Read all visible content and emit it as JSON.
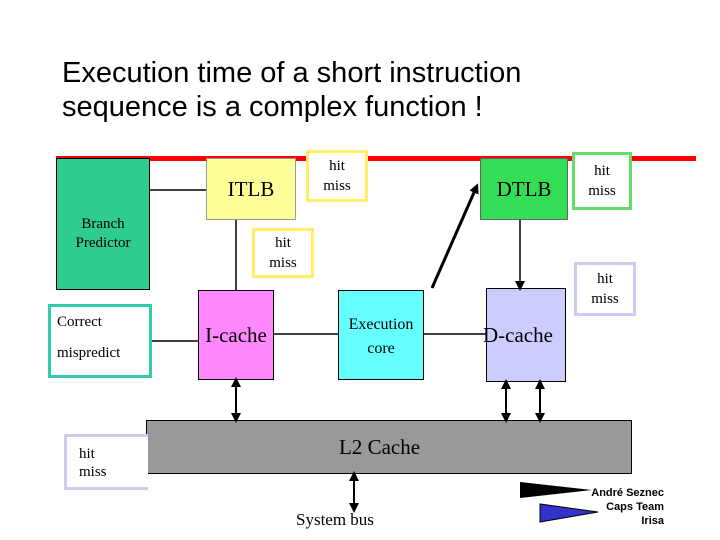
{
  "slide": {
    "title_line1": "Execution time of a short instruction",
    "title_line2": "sequence is a complex function !"
  },
  "diagram": {
    "branch_predictor": {
      "line1": "Branch",
      "line2": "Predictor"
    },
    "correct_mispredict": {
      "line1": "Correct",
      "line2": "mispredict"
    },
    "itlb": {
      "label": "ITLB"
    },
    "itlb_hit_miss": {
      "hit": "hit",
      "miss": "miss"
    },
    "icache_hit_miss": {
      "hit": "hit",
      "miss": "miss"
    },
    "icache": {
      "label": "I-cache"
    },
    "execution_core": {
      "line1": "Execution",
      "line2": "core"
    },
    "dtlb": {
      "label": "DTLB"
    },
    "dtlb_hit_miss": {
      "hit": "hit",
      "miss": "miss"
    },
    "dcache_hit_miss": {
      "hit": "hit",
      "miss": "miss"
    },
    "dcache": {
      "label": "D-cache"
    },
    "l2_cache": {
      "label": "L2 Cache"
    },
    "l2_hit_miss": {
      "hit": "hit",
      "miss": "miss"
    },
    "system_bus": {
      "label": "System bus"
    }
  },
  "credit": {
    "line1": "André Seznec",
    "line2": "Caps Team",
    "line3": "Irisa"
  },
  "colors": {
    "predictor": "#2ecc8f",
    "correct_border": "#33ccaa",
    "itlb": "#ffff99",
    "yellow_border": "#ffee66",
    "icache": "#ff88ff",
    "exec_core": "#66ffff",
    "dtlb": "#33dd55",
    "green_border": "#66dd66",
    "dcache": "#ccccff",
    "lavender_border": "#ccccee",
    "l2": "#999999",
    "red_bar": "#ff0000"
  }
}
